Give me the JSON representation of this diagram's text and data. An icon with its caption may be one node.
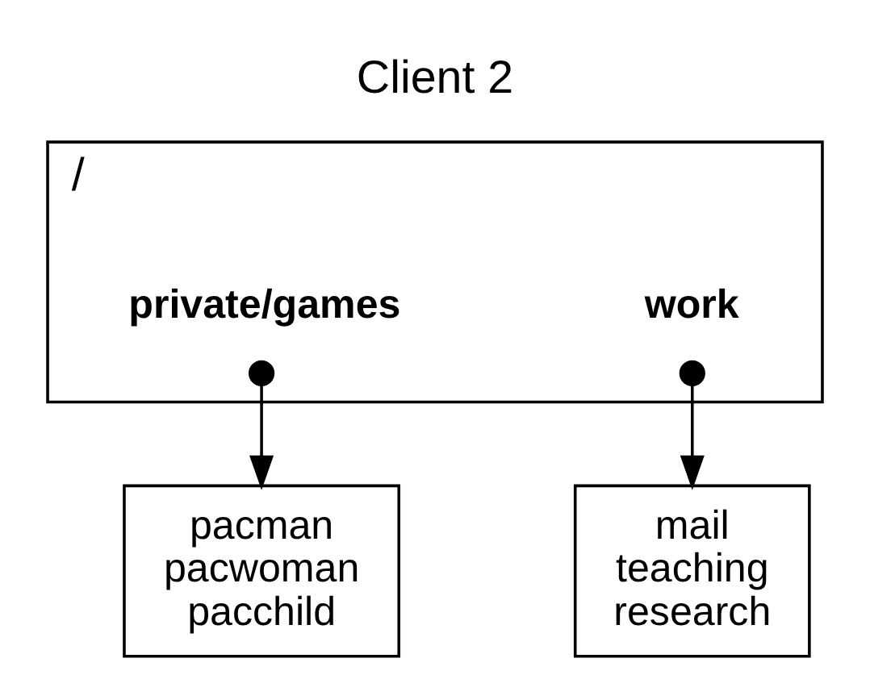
{
  "diagram": {
    "title": "Client 2",
    "nodes": [
      {
        "text": [
          "/"
        ]
      },
      {
        "text": [
          "private/games"
        ],
        "in": 0
      },
      {
        "text": [
          "work"
        ],
        "in": 0
      },
      {
        "text": [
          "pacman",
          "pacwoman",
          "pacchild"
        ]
      },
      {
        "text": [
          "mail",
          "teaching",
          "research"
        ]
      }
    ],
    "edges": [
      {
        "from": 1,
        "to": 3,
        "arrow": "to"
      },
      {
        "from": 2,
        "to": 4,
        "arrow": "to"
      }
    ]
  }
}
